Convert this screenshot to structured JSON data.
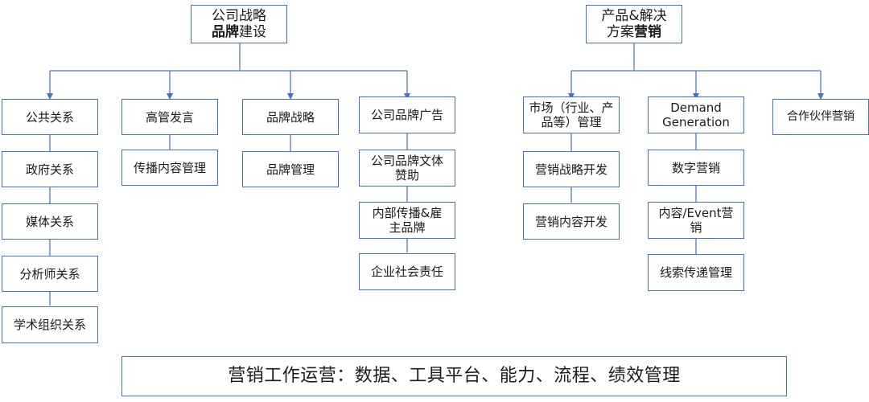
{
  "colors": {
    "border": "#4472c4",
    "line": "#6a8ac8",
    "arrow": "#4472c4",
    "text": "#1a1a1a",
    "background": "#ffffff"
  },
  "roots": {
    "brand": {
      "line1": "公司战略",
      "line2_bold": "品牌",
      "line2_rest": "建设"
    },
    "solutions": {
      "line1": "产品&解决",
      "line2_rest": "方案",
      "line2_bold": "营销"
    }
  },
  "columns": {
    "public_relations": [
      "公共关系",
      "政府关系",
      "媒体关系",
      "分析师关系",
      "学术组织关系"
    ],
    "executive_speech": [
      "高管发言",
      "传播内容管理"
    ],
    "brand_strategy": [
      "品牌战略",
      "品牌管理"
    ],
    "corporate_brand": [
      "公司品牌广告",
      "公司品牌文体赞助",
      "内部传播&雇主品牌",
      "企业社会责任"
    ],
    "market_management": [
      "市场（行业、产品等）管理",
      "营销战略开发",
      "营销内容开发"
    ],
    "demand_generation": [
      "Demand Generation",
      "数字营销",
      "内容/Event营销",
      "线索传递管理"
    ],
    "partner_marketing": [
      "合作伙伴营销"
    ]
  },
  "footer": {
    "text": "营销工作运营：数据、工具平台、能力、流程、绩效管理"
  }
}
